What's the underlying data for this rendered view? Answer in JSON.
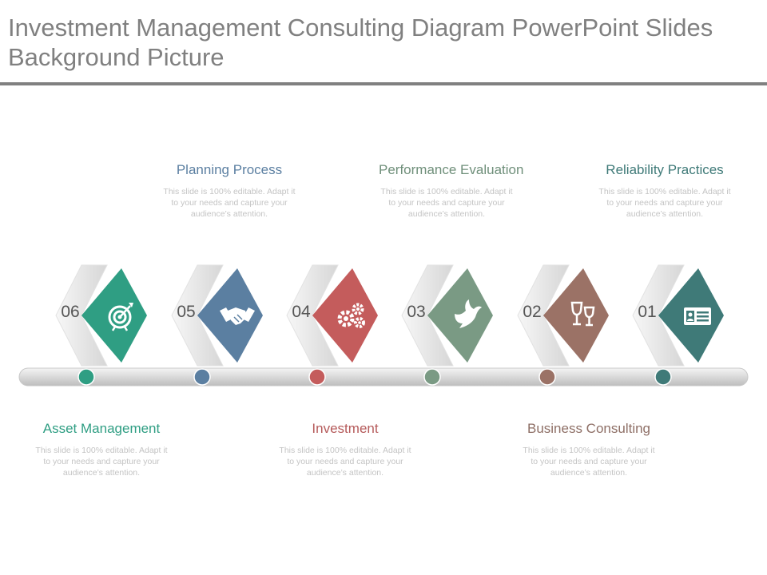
{
  "title": "Investment Management Consulting Diagram PowerPoint Slides Background Picture",
  "steps": [
    {
      "number": "06",
      "color": "#2f9e83",
      "icon": "target-icon",
      "heading": "Asset Management",
      "heading_color": "#2f9e83",
      "text": "This slide is 100% editable. Adapt it to your needs and capture your audience’s attention."
    },
    {
      "number": "05",
      "color": "#5b7fa1",
      "icon": "handshake-icon",
      "heading": "Planning Process",
      "heading_color": "#5b7fa1",
      "text": "This slide is 100% editable. Adapt it to your needs and capture your audience’s attention."
    },
    {
      "number": "04",
      "color": "#c45c5c",
      "icon": "gears-icon",
      "heading": "Investment",
      "heading_color": "#b55a5a",
      "text": "This slide is 100% editable. Adapt it to your needs and capture your audience’s attention."
    },
    {
      "number": "03",
      "color": "#7a9a84",
      "icon": "dove-icon",
      "heading": "Performance Evaluation",
      "heading_color": "#6f8f7a",
      "text": "This slide is 100% editable. Adapt it to your needs and capture your audience’s attention."
    },
    {
      "number": "02",
      "color": "#9b7266",
      "icon": "wine-glasses-icon",
      "heading": "Business Consulting",
      "heading_color": "#8e6f66",
      "text": "This slide is 100% editable. Adapt it to your needs and capture your audience’s attention."
    },
    {
      "number": "01",
      "color": "#3f7a78",
      "icon": "id-card-icon",
      "heading": "Reliability Practices",
      "heading_color": "#3f7a78",
      "text": "This slide is 100% editable. Adapt it to your needs and capture your audience’s attention."
    }
  ]
}
